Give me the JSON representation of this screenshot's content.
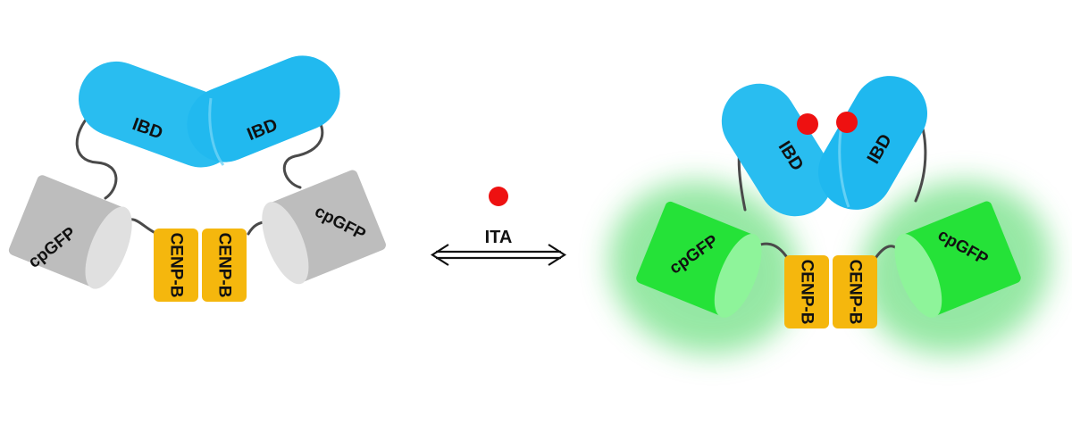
{
  "colors": {
    "ibd": "#29bdf0",
    "ibd_highlight": "#55cdf4",
    "cpgfp_off": "#bdbdbd",
    "cpgfp_off_end": "#e0e0e0",
    "cpgfp_on": "#25e238",
    "cpgfp_on_end": "#8ef49a",
    "glow": "#3fd55a",
    "cenp": "#f5b70d",
    "ligand": "#ee1111",
    "linker": "#4a4a4a"
  },
  "left_state": {
    "ibd_a": "IBD",
    "ibd_b": "IBD",
    "cpgfp_a": "cpGFP",
    "cpgfp_b": "cpGFP",
    "cenp_a": "CENP-B",
    "cenp_b": "CENP-B"
  },
  "center": {
    "ligand_label": "ITA",
    "arrow": "reversible-binding-arrow"
  },
  "right_state": {
    "ibd_a": "IBD",
    "ibd_b": "IBD",
    "cpgfp_a": "cpGFP",
    "cpgfp_b": "cpGFP",
    "cenp_a": "CENP-B",
    "cenp_b": "CENP-B",
    "bound_ligands": 2
  }
}
